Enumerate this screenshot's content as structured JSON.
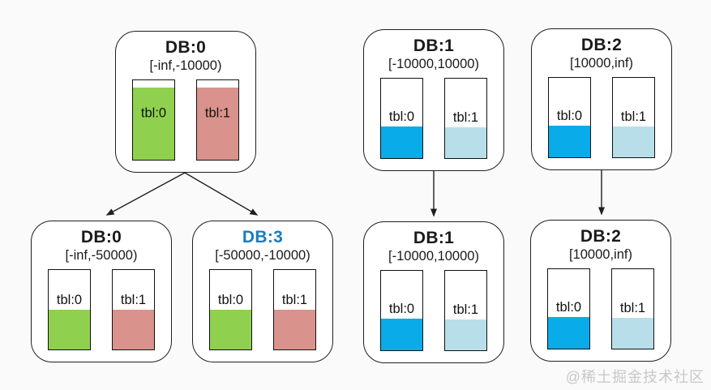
{
  "watermark": "@稀土掘金技术社区",
  "colors": {
    "green": "#8fd14f",
    "pink": "#d9938c",
    "blue": "#0aabe9",
    "light_blue": "#b8dfe9",
    "highlight_title": "#1a7cc0",
    "default_title": "#1a1a1a"
  },
  "nodes": [
    {
      "id": "db0-top",
      "title": "DB:0",
      "range": "[-inf,-10000)",
      "title_color": "#1a1a1a",
      "tables": [
        {
          "label": "tbl:0",
          "fill_percent": 91,
          "fill_color": "#8fd14f",
          "label_position": "center"
        },
        {
          "label": "tbl:1",
          "fill_percent": 91,
          "fill_color": "#d9938c",
          "label_position": "center"
        }
      ]
    },
    {
      "id": "db1-top",
      "title": "DB:1",
      "range": "[-10000,10000)",
      "title_color": "#1a1a1a",
      "tables": [
        {
          "label": "tbl:0",
          "fill_percent": 40,
          "fill_color": "#0aabe9",
          "label_position": "above-fill"
        },
        {
          "label": "tbl:1",
          "fill_percent": 39,
          "fill_color": "#b8dfe9",
          "label_position": "above-fill"
        }
      ]
    },
    {
      "id": "db2-top",
      "title": "DB:2",
      "range": "[10000,inf)",
      "title_color": "#1a1a1a",
      "tables": [
        {
          "label": "tbl:0",
          "fill_percent": 40,
          "fill_color": "#0aabe9",
          "label_position": "above-fill"
        },
        {
          "label": "tbl:1",
          "fill_percent": 39,
          "fill_color": "#b8dfe9",
          "label_position": "above-fill"
        }
      ]
    },
    {
      "id": "db0-bottom",
      "title": "DB:0",
      "range": "[-inf,-50000)",
      "title_color": "#1a1a1a",
      "tables": [
        {
          "label": "tbl:0",
          "fill_percent": 50,
          "fill_color": "#8fd14f",
          "label_position": "above-fill"
        },
        {
          "label": "tbl:1",
          "fill_percent": 50,
          "fill_color": "#d9938c",
          "label_position": "above-fill"
        }
      ]
    },
    {
      "id": "db3-bottom",
      "title": "DB:3",
      "range": "[-50000,-10000)",
      "title_color": "#1a7cc0",
      "tables": [
        {
          "label": "tbl:0",
          "fill_percent": 50,
          "fill_color": "#8fd14f",
          "label_position": "above-fill"
        },
        {
          "label": "tbl:1",
          "fill_percent": 50,
          "fill_color": "#d9938c",
          "label_position": "above-fill"
        }
      ]
    },
    {
      "id": "db1-bottom",
      "title": "DB:1",
      "range": "[-10000,10000)",
      "title_color": "#1a1a1a",
      "tables": [
        {
          "label": "tbl:0",
          "fill_percent": 40,
          "fill_color": "#0aabe9",
          "label_position": "above-fill"
        },
        {
          "label": "tbl:1",
          "fill_percent": 39,
          "fill_color": "#b8dfe9",
          "label_position": "above-fill"
        }
      ]
    },
    {
      "id": "db2-bottom",
      "title": "DB:2",
      "range": "[10000,inf)",
      "title_color": "#1a1a1a",
      "tables": [
        {
          "label": "tbl:0",
          "fill_percent": 40,
          "fill_color": "#0aabe9",
          "label_position": "above-fill"
        },
        {
          "label": "tbl:1",
          "fill_percent": 39,
          "fill_color": "#b8dfe9",
          "label_position": "above-fill"
        }
      ]
    }
  ],
  "edges": [
    {
      "from": "db0-top",
      "to": "db0-bottom"
    },
    {
      "from": "db0-top",
      "to": "db3-bottom"
    },
    {
      "from": "db1-top",
      "to": "db1-bottom"
    },
    {
      "from": "db2-top",
      "to": "db2-bottom"
    }
  ]
}
